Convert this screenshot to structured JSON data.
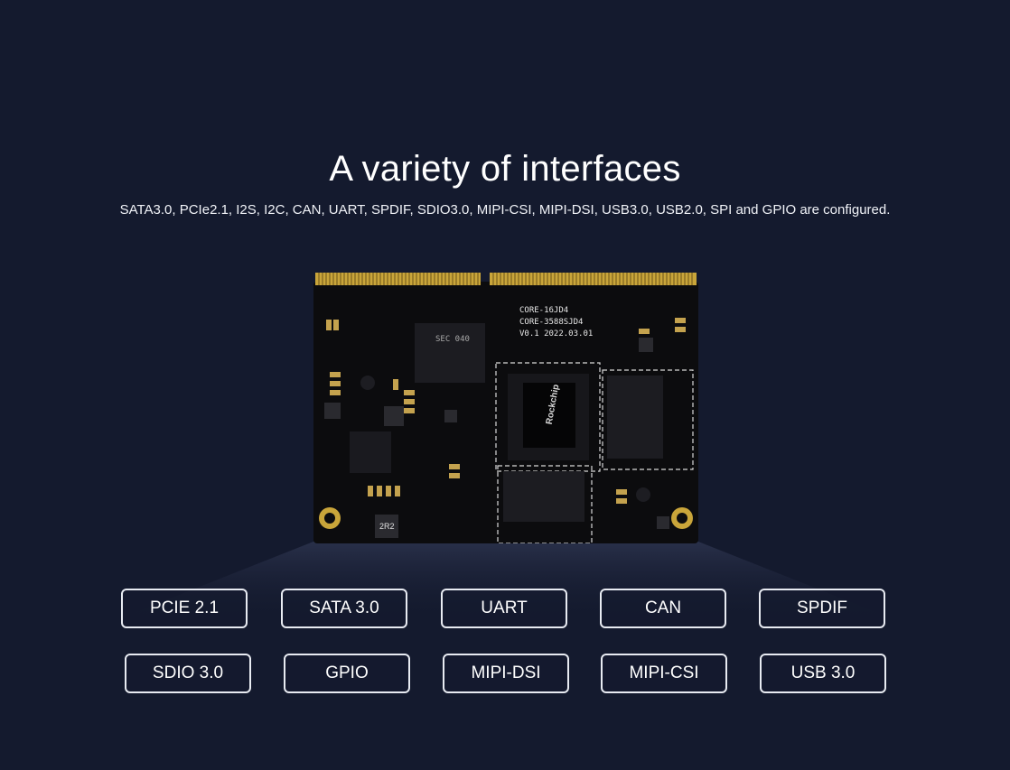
{
  "header": {
    "title": "A variety of interfaces",
    "subtitle": "SATA3.0, PCIe2.1, I2S, I2C, CAN, UART, SPDIF, SDIO3.0, MIPI-CSI, MIPI-DSI, USB3.0, USB2.0, SPI and GPIO are configured."
  },
  "board": {
    "silkscreen": [
      "CORE-16JD4",
      "CORE-3588SJD4",
      "V0.1  2022.03.01"
    ],
    "chip_brand": "Rockchip",
    "component_label": "2R2",
    "memory_label": "SEC 040",
    "colors": {
      "pcb": "#0c0c0e",
      "gold": "#c9a53a",
      "chip": "#1b1b1f"
    }
  },
  "interfaces": {
    "row1": [
      "PCIE 2.1",
      "SATA 3.0",
      "UART",
      "CAN",
      "SPDIF"
    ],
    "row2": [
      "SDIO 3.0",
      "GPIO",
      "MIPI-DSI",
      "MIPI-CSI",
      "USB 3.0"
    ]
  },
  "theme": {
    "background": "#141a2e",
    "text": "#ffffff",
    "tag_border": "#e8ebf2"
  }
}
